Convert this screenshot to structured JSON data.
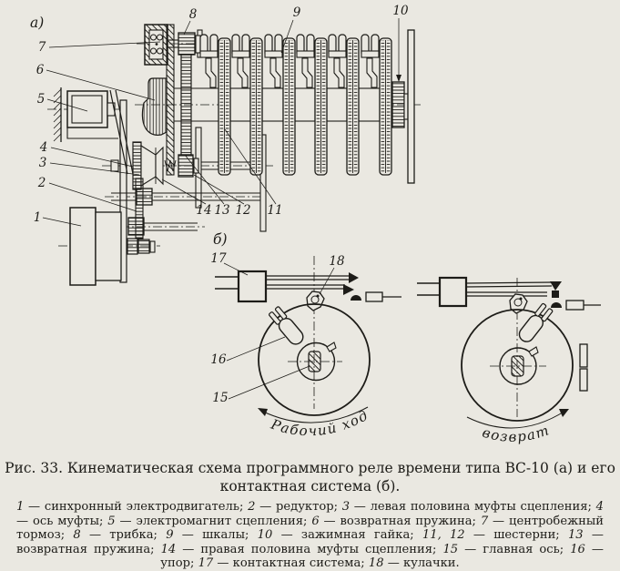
{
  "page": {
    "colors": {
      "paper": "#eae8e1",
      "ink": "#1d1c18"
    }
  },
  "diagram": {
    "section_a": {
      "label": "а)",
      "callouts": [
        "1",
        "2",
        "3",
        "4",
        "5",
        "6",
        "7",
        "8",
        "9",
        "10",
        "11",
        "12",
        "13",
        "14"
      ]
    },
    "section_b": {
      "label": "б)",
      "callouts": [
        "15",
        "16",
        "17",
        "18"
      ],
      "rotation_labels": {
        "working": "Рабочий ход",
        "return": "возврат"
      }
    }
  },
  "caption": {
    "line1": "Рис. 33. Кинематическая схема программного реле времени типа ВС-10 (а) и его",
    "line2": "контактная система (б)."
  },
  "legend": {
    "items": [
      {
        "num": "1",
        "text": "синхронный электродвигатель"
      },
      {
        "num": "2",
        "text": "редуктор"
      },
      {
        "num": "3",
        "text": "левая половина муфты сцепления"
      },
      {
        "num": "4",
        "text": "ось муфты"
      },
      {
        "num": "5",
        "text": "электромагнит сцепления"
      },
      {
        "num": "6",
        "text": "возвратная пружина"
      },
      {
        "num": "7",
        "text": "центробежный тормоз"
      },
      {
        "num": "8",
        "text": "трибка"
      },
      {
        "num": "9",
        "text": "шкалы"
      },
      {
        "num": "10",
        "text": "зажимная гайка"
      },
      {
        "num": "11, 12",
        "text": "шестерни"
      },
      {
        "num": "13",
        "text": "возвратная пружина"
      },
      {
        "num": "14",
        "text": "правая половина муфты сцепления"
      },
      {
        "num": "15",
        "text": "главная ось"
      },
      {
        "num": "16",
        "text": "упор"
      },
      {
        "num": "17",
        "text": "контактная система"
      },
      {
        "num": "18",
        "text": "кулачки"
      }
    ]
  }
}
